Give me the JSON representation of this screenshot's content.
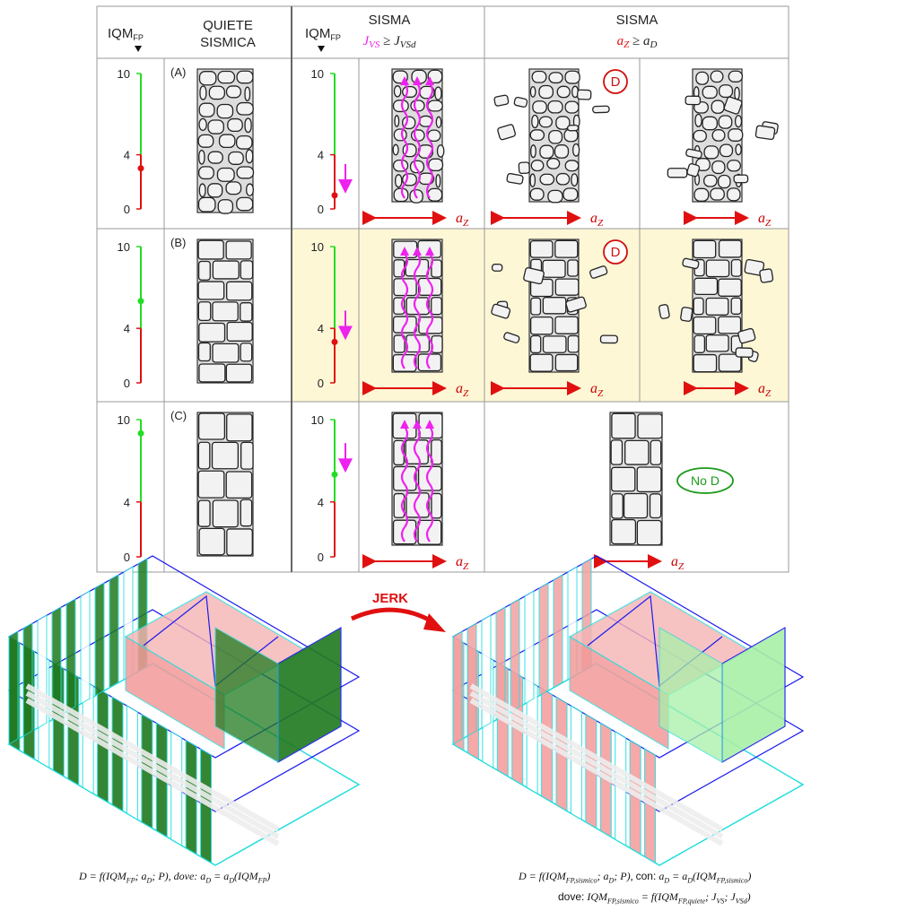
{
  "header": {
    "iqm_label": "IQM",
    "iqm_sub": "FP",
    "quiete_line1": "QUIETE",
    "quiete_line2": "SISMICA",
    "sisma_label": "SISMA",
    "jerk_condition": {
      "lhs": "J",
      "lhs_sub": "VS",
      "op": " ≥ ",
      "rhs": "J",
      "rhs_sub": "VSd"
    },
    "acc_condition": {
      "lhs": "a",
      "lhs_sub": "Z",
      "op": " ≥ ",
      "rhs": "a",
      "rhs_sub": "D"
    }
  },
  "scale_ticks": [
    "10",
    "4",
    "0"
  ],
  "rows": [
    {
      "label": "(A)",
      "iqm_quiete": 3,
      "iqm_sismico": 1,
      "damage": "D"
    },
    {
      "label": "(B)",
      "iqm_quiete": 6,
      "iqm_sismico": 3,
      "damage": "D"
    },
    {
      "label": "(C)",
      "iqm_quiete": 9,
      "iqm_sismico": 6,
      "damage": "No D"
    }
  ],
  "az_label": {
    "base": "a",
    "sub": "Z"
  },
  "jerk_label": "JERK",
  "colors": {
    "green": "#22dd22",
    "red": "#e01010",
    "magenta": "#ee22ee",
    "highlight": "#fdf7d6",
    "wall_green": "#1f7a1f",
    "wall_red": "#f4a0a0",
    "frame": "#22dddd",
    "edge": "#1a1aee"
  },
  "formula_left": "D = f(IQM_{FP}; a_{D}; P), dove: a_{D} = a_{D}(IQM_{FP})",
  "formula_right_1": "D = f(IQM_{FP,sismico}; a_{D}; P), [con:] a_{D} = a_{D}(IQM_{FP,sismico})",
  "formula_right_2": "[dove:]  IQM_{FP,sismico} = f(IQM_{FP,quiete}; J_{VS}; J_{VSd})"
}
